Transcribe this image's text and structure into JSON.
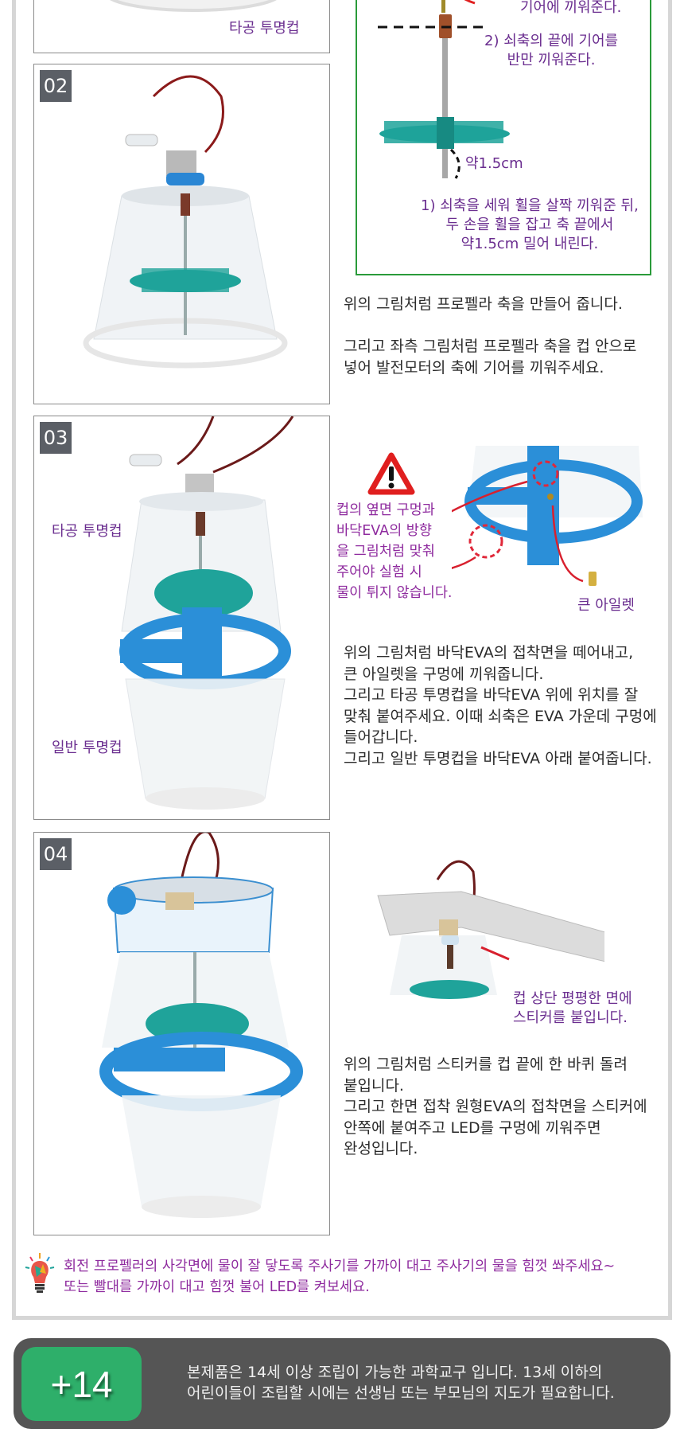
{
  "panel01": {
    "label": "타공 투명컵"
  },
  "diagram": {
    "step3_tail": "기어에 끼워준다.",
    "step2": "2) 쇠축의 끝에 기어를\n반만 끼워준다.",
    "measure": "약1.5cm",
    "step1": "1) 쇠축을 세워 휠을 살짝 끼워준 뒤,\n두 손을 휠을 잡고 축 끝에서\n약1.5cm 밀어 내린다."
  },
  "panel02": {
    "number": "02",
    "description": "위의 그림처럼 프로펠라 축을 만들어 줍니다.\n\n그리고 좌측 그림처럼 프로펠라 축을 컵 안으로\n넣어 발전모터의 축에 기어를 끼워주세요."
  },
  "panel03": {
    "number": "03",
    "label_top_cup": "타공 투명컵",
    "label_bottom_cup": "일반 투명컵",
    "warning_icon": "warning-triangle-icon",
    "warning_text": "컵의 옆면 구멍과\n바닥EVA의 방향\n을 그림처럼 맞춰\n주어야 실험 시\n물이 튀지 않습니다.",
    "eyelet_label": "큰 아일렛",
    "description": "위의 그림처럼 바닥EVA의 접착면을 떼어내고,\n큰 아일렛을 구멍에 끼워줍니다.\n그리고 타공 투명컵을 바닥EVA 위에 위치를 잘\n맞춰 붙여주세요. 이때 쇠축은 EVA 가운데 구멍에\n들어갑니다.\n그리고 일반 투명컵을 바닥EVA 아래 붙여줍니다."
  },
  "panel04": {
    "number": "04",
    "sticker_note": "컵 상단 평평한 면에\n스티커를 붙입니다.",
    "description": "위의 그림처럼 스티커를 컵 끝에 한 바퀴 돌려\n붙입니다.\n그리고 한면 접착 원형EVA의 접착면을 스티커에\n안쪽에 붙여주고 LED를 구멍에 끼워주면\n완성입니다."
  },
  "tip": {
    "icon": "lightbulb-icon",
    "text": "회전 프로펠러의 사각면에 물이 잘 닿도록 주사기를 가까이 대고 주사기의 물을 힘껏 쏴주세요~\n또는 빨대를 가까이 대고 힘껏 불어 LED를 켜보세요."
  },
  "age_notice": {
    "badge": "+14",
    "text": "본제품은 14세 이상 조립이 가능한 과학교구 입니다. 13세 이하의\n어린이들이 조립할 시에는 선생님 또는 부모님의 지도가 필요합니다."
  },
  "colors": {
    "label_purple": "#6a2d8f",
    "tip_magenta": "#8e2a9e",
    "diagram_border_green": "#2a9b3a",
    "step_badge_gray": "#5b5f66",
    "age_banner_gray": "#555555",
    "age_badge_green": "#2eaf6a",
    "propeller_teal": "#1fa39a",
    "eva_blue": "#2b8fd8"
  }
}
